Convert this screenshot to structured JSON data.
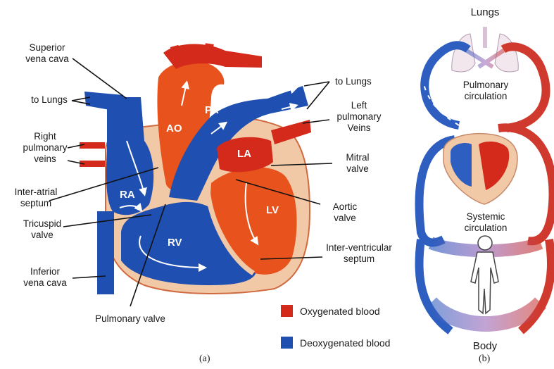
{
  "colors": {
    "oxygenated": "#d42a1c",
    "deoxygenated": "#1f4fb0",
    "wall": "#f2c9a6"
  },
  "heart_labels": {
    "superior_vena_cava": [
      "Superior",
      "vena cava"
    ],
    "to_lungs_left": "to Lungs",
    "right_pulmonary_veins": [
      "Right",
      "pulmonary",
      "veins"
    ],
    "inter_atrial_septum": [
      "Inter-atrial",
      "septum"
    ],
    "tricuspid_valve": [
      "Tricuspid",
      "valve"
    ],
    "inferior_vena_cava": [
      "Inferior",
      "vena cava"
    ],
    "pulmonary_valve": "Pulmonary valve",
    "to_lungs_right": "to Lungs",
    "left_pulmonary_veins": [
      "Left",
      "pulmonary",
      "Veins"
    ],
    "mitral_valve": [
      "Mitral",
      "valve"
    ],
    "aortic_valve": [
      "Aortic",
      "valve"
    ],
    "inter_ventricular_septum": [
      "Inter-ventricular",
      "septum"
    ]
  },
  "chambers": {
    "ra": "RA",
    "rv": "RV",
    "la": "LA",
    "lv": "LV",
    "ao": "AO",
    "pa": "PA"
  },
  "legend": [
    {
      "label": "Oxygenated blood",
      "color": "#d42a1c"
    },
    {
      "label": "Deoxygenated blood",
      "color": "#1f4fb0"
    }
  ],
  "circulation_labels": {
    "lungs": "Lungs",
    "pulmonary": [
      "Pulmonary",
      "circulation"
    ],
    "systemic": [
      "Systemic",
      "circulation"
    ],
    "body": "Body"
  },
  "captions": {
    "a": "(a)",
    "b": "(b)"
  }
}
